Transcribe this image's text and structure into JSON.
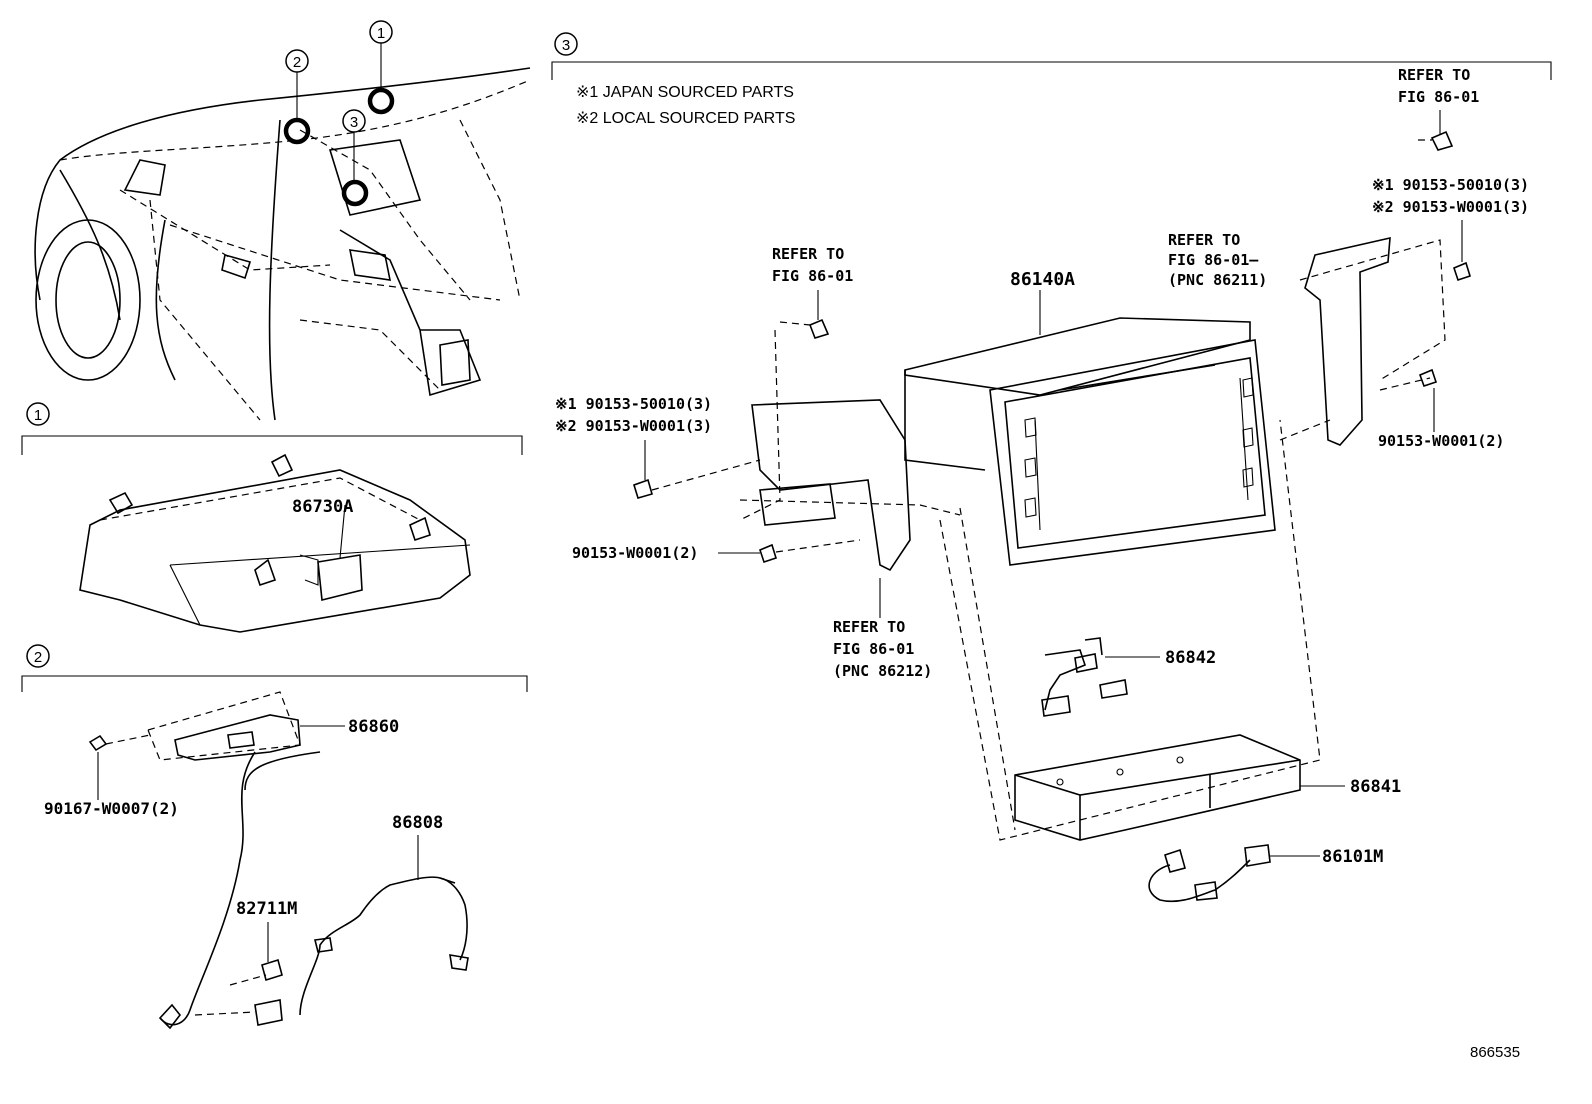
{
  "callouts": {
    "c1": "1",
    "c2": "2",
    "c3": "3"
  },
  "notes": {
    "n1": "※1 JAPAN SOURCED PARTS",
    "n2": "※2 LOCAL SOURCED PARTS"
  },
  "parts": {
    "p86730A": "86730A",
    "p86860": "86860",
    "p90167": "90167-W0007(2)",
    "p86808": "86808",
    "p82711M": "82711M",
    "p86140A": "86140A",
    "p86842": "86842",
    "p86841": "86841",
    "p86101M": "86101M",
    "bolt_left_1": "※1 90153-50010(3)",
    "bolt_left_2": "※2 90153-W0001(3)",
    "bolt_left_3": "90153-W0001(2)",
    "bolt_right_1": "※1 90153-50010(3)",
    "bolt_right_2": "※2 90153-W0001(3)",
    "bolt_right_3": "90153-W0001(2)"
  },
  "refs": {
    "refer_to": "REFER TO",
    "fig": "FIG 86-01",
    "fig_dash": "FIG 86-01—",
    "pnc_86211": "(PNC 86211)",
    "pnc_86212": "(PNC 86212)"
  },
  "figure_id": "866535"
}
